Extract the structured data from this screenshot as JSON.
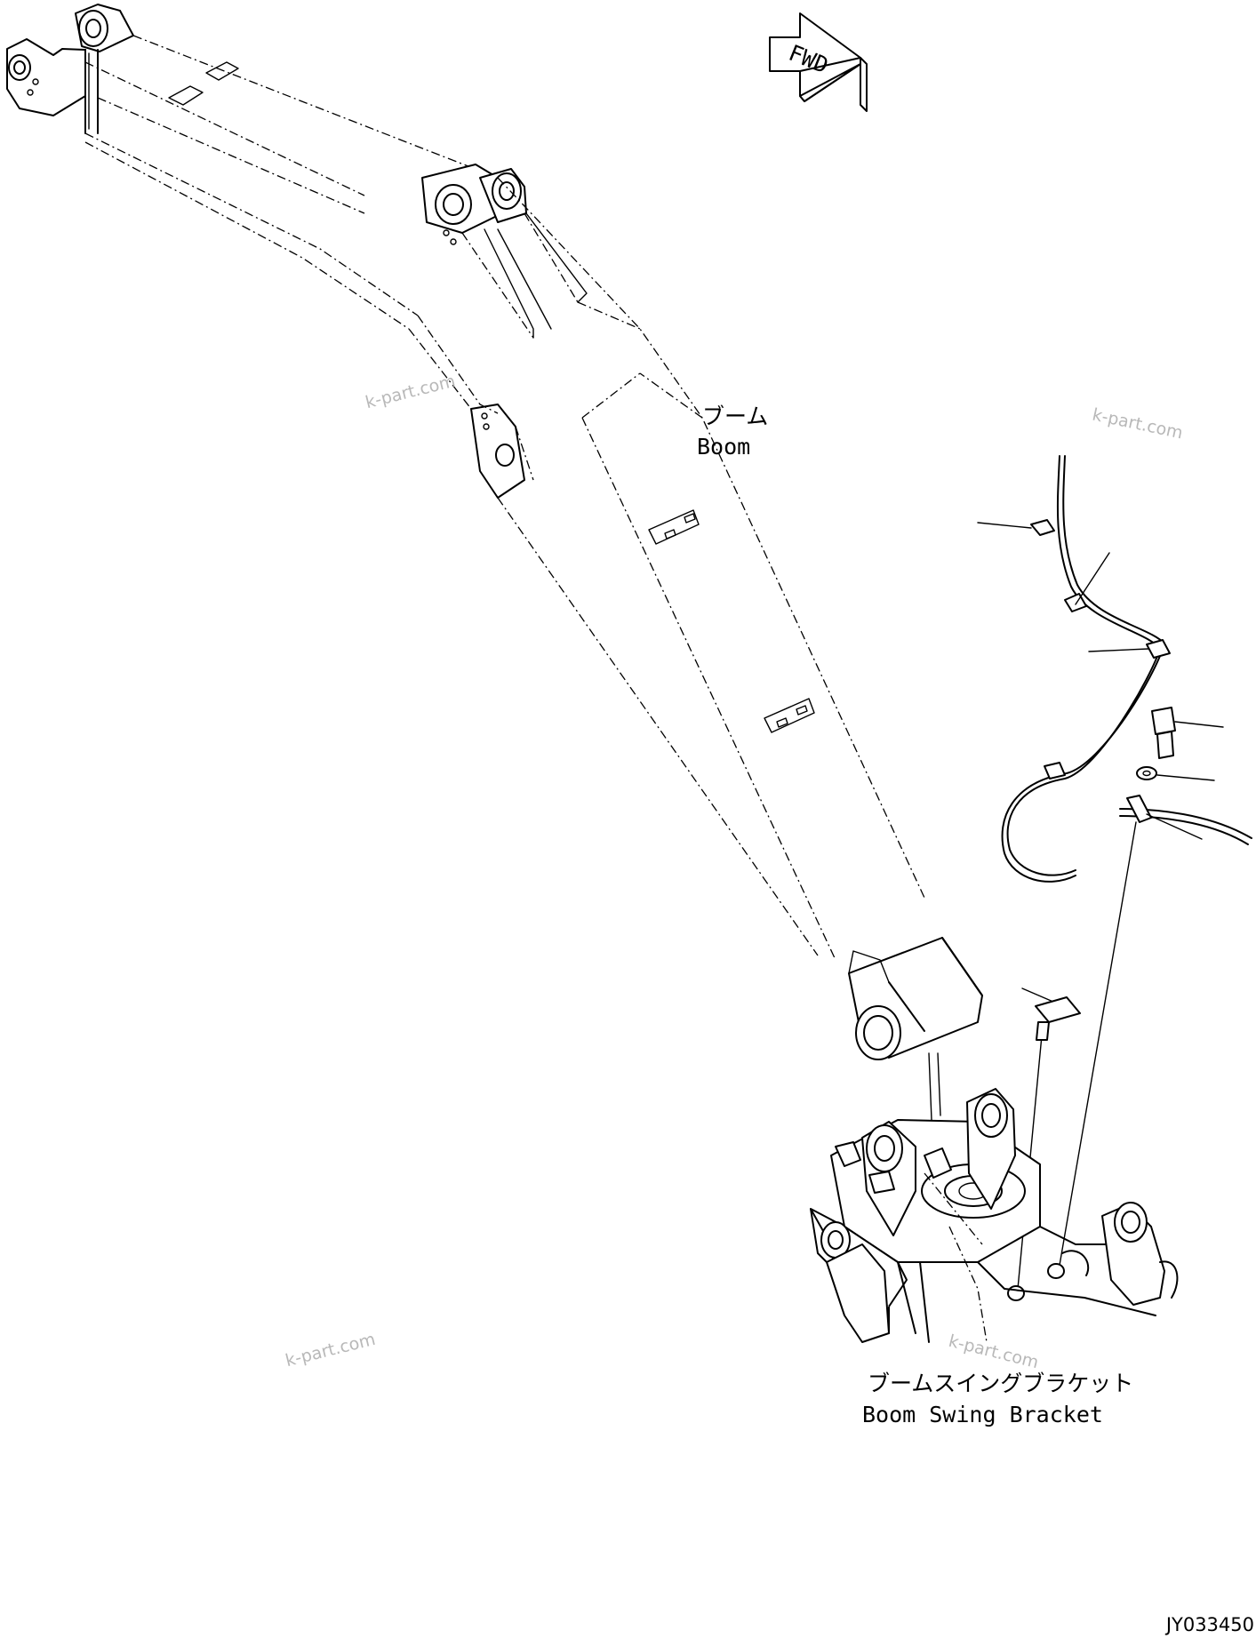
{
  "fwd_label": "FWD",
  "labels": {
    "boom_jp": "ブーム",
    "boom_en": "Boom",
    "bracket_jp": "ブームスイングブラケット",
    "bracket_en": "Boom Swing Bracket"
  },
  "watermarks": [
    "k-part.com",
    "k-part.com",
    "k-part.com",
    "k-part.com"
  ],
  "drawing_number": "JY033450"
}
